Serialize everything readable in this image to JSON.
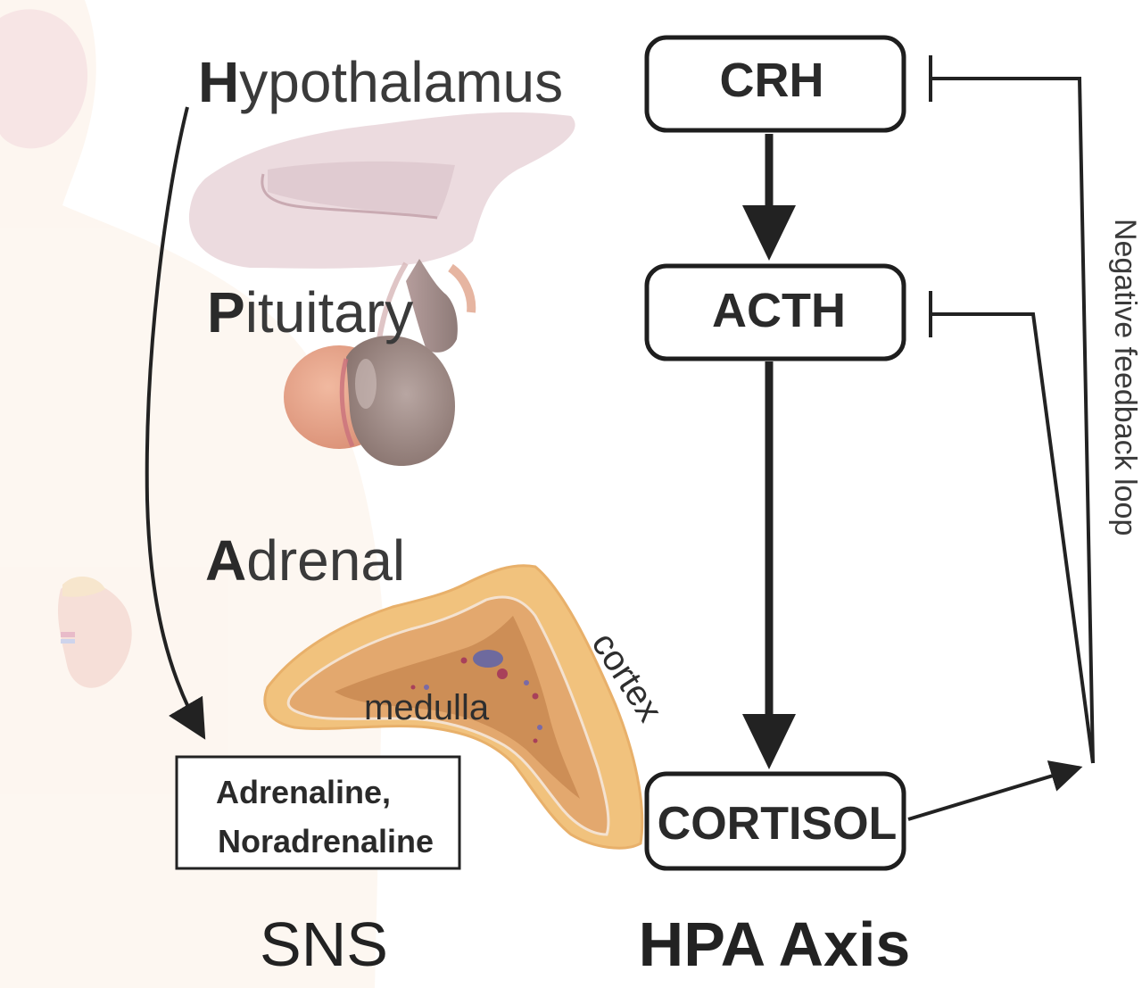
{
  "organs": {
    "hypothalamus": {
      "initial": "H",
      "rest": "ypothalamus"
    },
    "pituitary": {
      "initial": "P",
      "rest": "ituitary"
    },
    "adrenal": {
      "initial": "A",
      "rest": "drenal"
    }
  },
  "hormones": {
    "crh": "CRH",
    "acth": "ACTH",
    "cortisol": "CORTISOL"
  },
  "sns_box": {
    "line1": "Adrenaline,",
    "line2": "Noradrenaline"
  },
  "anatomy": {
    "medulla": "medulla",
    "cortex": "cortex"
  },
  "feedback_label": "Negative feedback loop",
  "footer": {
    "sns": "SNS",
    "hpa": "HPA Axis"
  },
  "colors": {
    "line": "#222222",
    "box_border": "#1e1e1e",
    "pituitary_membrane": "#ead8dc",
    "pituitary_gland": "#a89490",
    "adrenal_outer": "#f1c27d",
    "adrenal_inner": "#d4a067",
    "body_silhouette": "#fdf4ec"
  }
}
